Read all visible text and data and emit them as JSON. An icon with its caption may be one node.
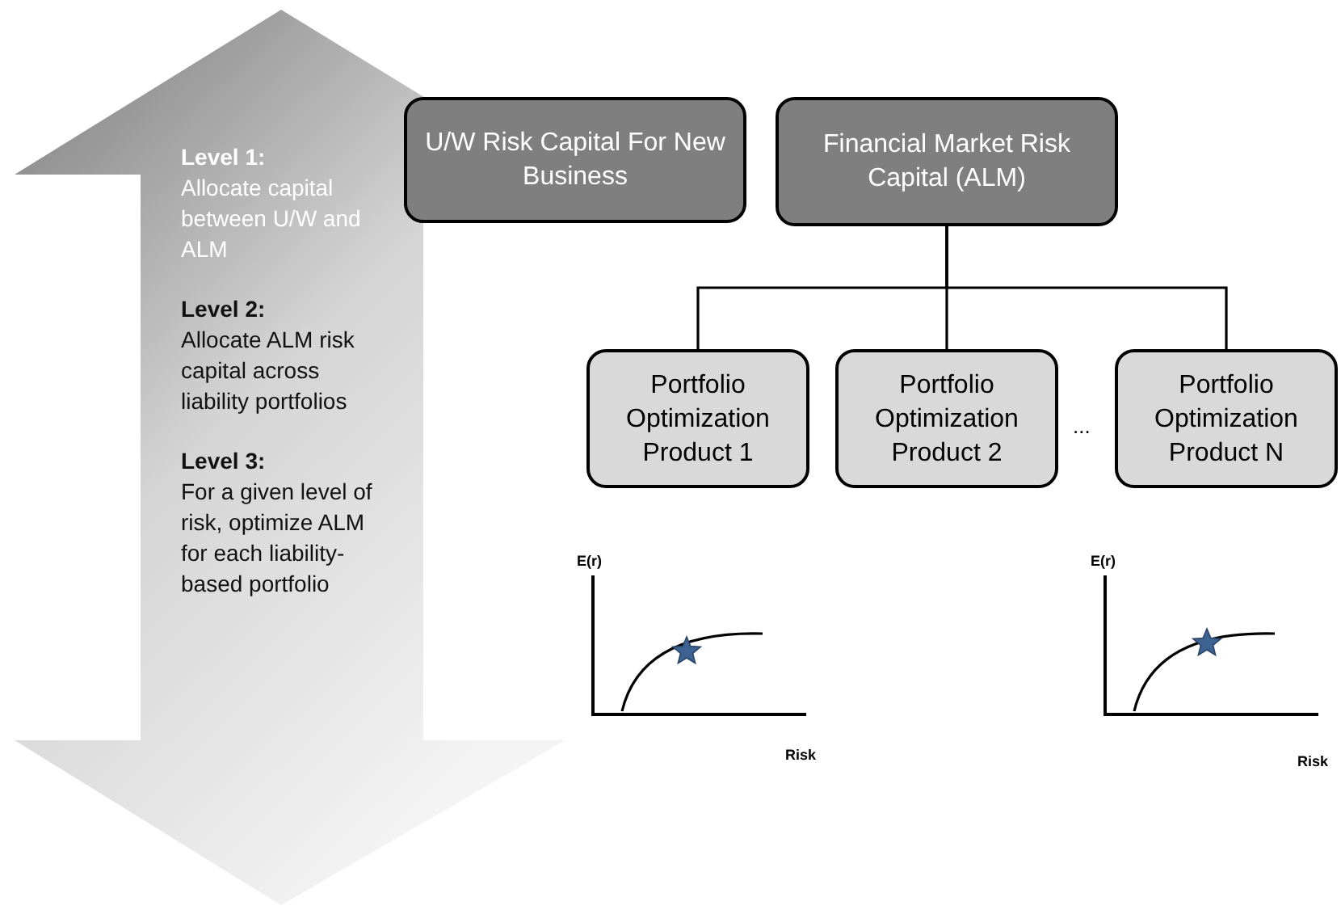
{
  "diagram": {
    "nodes": [
      {
        "text": [
          "Level 1:",
          "Allocate capital between U/W and ALM",
          "Level 2:",
          "Allocate ALM risk capital across liability portfolios",
          "Level 3:",
          "For a given level of risk, optimize ALM for each liability-based portfolio"
        ]
      },
      {
        "text": [
          "U/W Risk Capital For New Business"
        ]
      },
      {
        "text": [
          "Financial Market Risk Capital (ALM)"
        ]
      },
      {
        "text": [
          "Portfolio Optimization Product 1"
        ]
      },
      {
        "text": [
          "Portfolio Optimization Product 2"
        ]
      },
      {
        "text": [
          "Portfolio Optimization Product N"
        ]
      }
    ],
    "edges": [
      {
        "from": 2,
        "to": 3,
        "arrow": "none"
      },
      {
        "from": 2,
        "to": 4,
        "arrow": "none"
      },
      {
        "from": 2,
        "to": 5,
        "arrow": "none"
      }
    ],
    "labels": [
      "...",
      "E(r)",
      "Risk",
      "E(r)",
      "Risk"
    ]
  }
}
